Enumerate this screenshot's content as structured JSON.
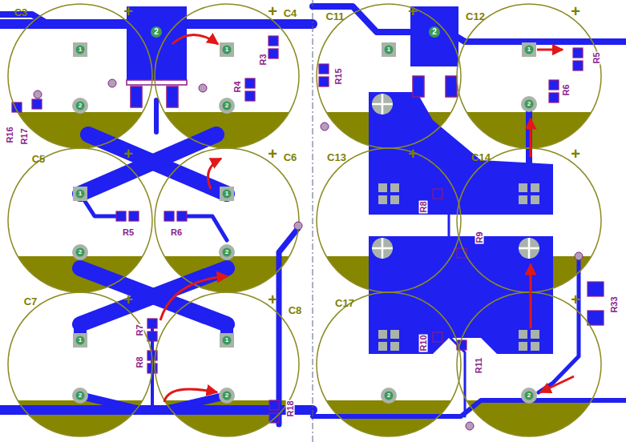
{
  "diagram": {
    "labels": [
      "C3",
      "+",
      "C4",
      "+",
      "C5",
      "+",
      "+",
      "C6",
      "C7",
      "+",
      "+",
      "C8",
      "C11",
      "+",
      "C12",
      "+",
      "C13",
      "+",
      "C14",
      "+",
      "C17",
      "+",
      "R16",
      "R17",
      "R3",
      "R4",
      "R5",
      "R6",
      "R7",
      "R8",
      "R18",
      "R15",
      "R5",
      "R6",
      "R8",
      "R9",
      "R10",
      "R11",
      "R33",
      "1",
      "2",
      "1",
      "2",
      "1",
      "2",
      "1",
      "2",
      "1",
      "2",
      "1",
      "2",
      "1",
      "1",
      "2",
      "2",
      "2",
      "2",
      "2"
    ]
  }
}
